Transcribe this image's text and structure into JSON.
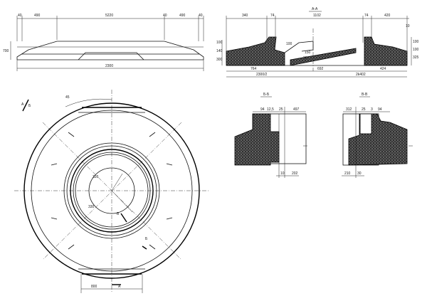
{
  "elevation": {
    "dims_top": [
      "40",
      "490",
      "5220",
      "40",
      "490",
      "40"
    ],
    "dim_left": "700",
    "dim_bottom": "2300"
  },
  "section_aa": {
    "title": "A-A",
    "dims_top": [
      "340",
      "74",
      "1102",
      "74",
      "420",
      "10"
    ],
    "dims_left": [
      "100",
      "140",
      "300"
    ],
    "dims_right": [
      "100",
      "100",
      "325"
    ],
    "inner": [
      "100",
      "150",
      "30"
    ],
    "dims_bottom": [
      "764",
      "692",
      "424"
    ],
    "dims_bottom2": [
      "2300/2",
      "2k402"
    ]
  },
  "section_bb": {
    "title": "Б-Б",
    "dims_top": [
      "94",
      "12,5",
      "25",
      "497"
    ],
    "dims_bottom": [
      "10",
      "202"
    ]
  },
  "section_vv": {
    "title": "В-В",
    "dims_top": [
      "312",
      "25",
      "3",
      "94"
    ],
    "dims_bottom": [
      "210",
      "30"
    ]
  },
  "plan": {
    "angle": "45",
    "cut_b": "Б",
    "cut_a_top": "A",
    "cut_v": "В",
    "cut_b2": "Б",
    "r1": "320",
    "r2": "330",
    "dim_bottom": "800",
    "cut_a_bottom": "A"
  }
}
